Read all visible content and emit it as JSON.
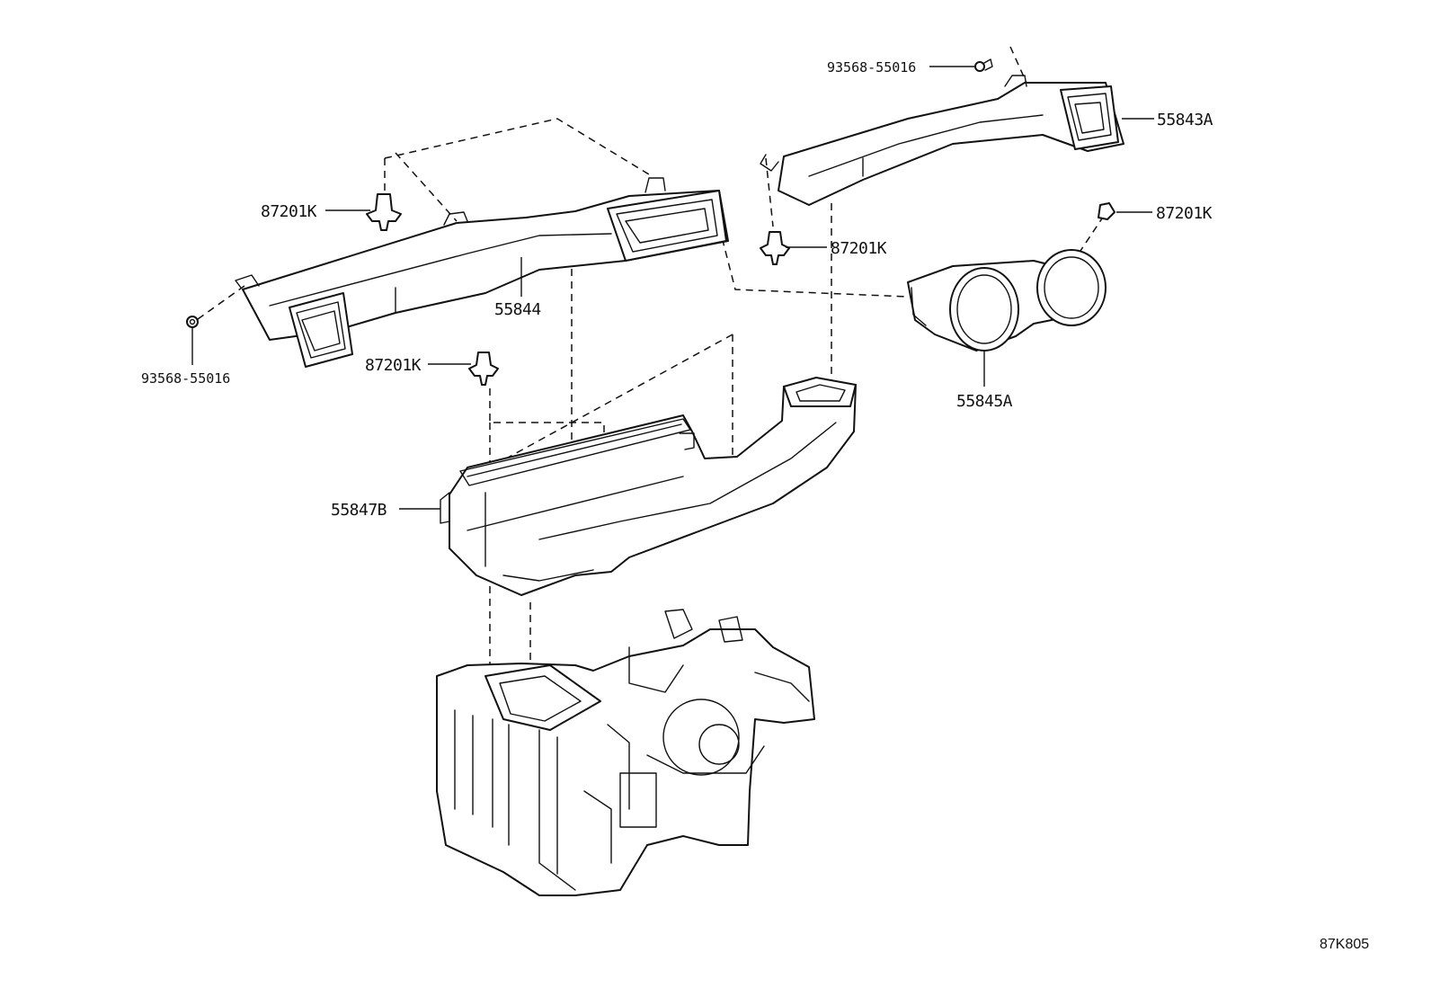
{
  "callouts": {
    "screw_top": "93568-55016",
    "duct_right_upper": "55843A",
    "clip_left_upper": "87201K",
    "clip_right": "87201K",
    "clip_center": "87201K",
    "duct_left_upper": "55844",
    "screw_left": "93568-55016",
    "clip_middle": "87201K",
    "duct_round": "55845A",
    "duct_lower": "55847B"
  },
  "diagram_code": "87K805"
}
